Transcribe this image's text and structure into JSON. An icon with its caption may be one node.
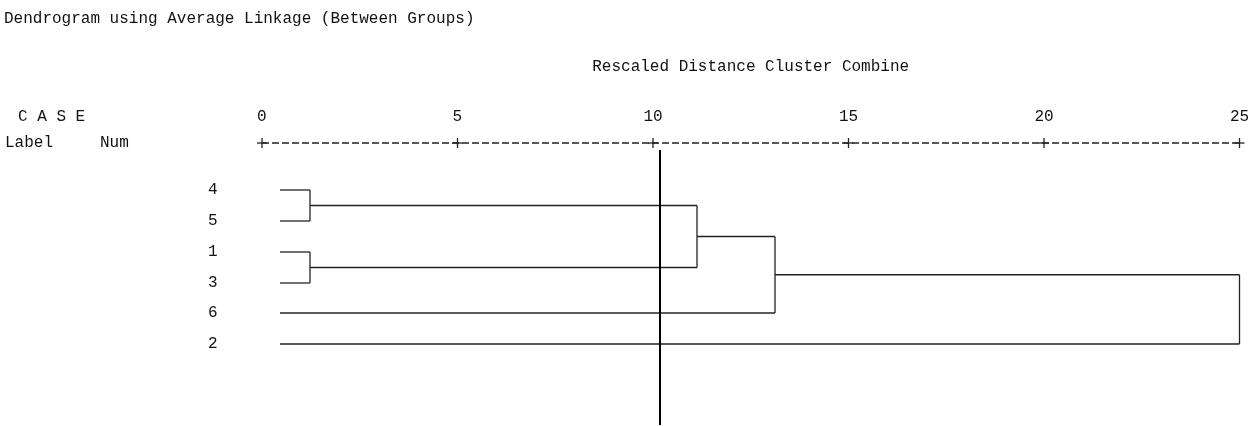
{
  "diagram": {
    "title": "Dendrogram using Average Linkage (Between Groups)",
    "labels": [
      "Rescaled Distance Cluster Combine",
      "C A S E",
      "0",
      "5",
      "10",
      "15",
      "20",
      "25",
      "Label",
      "Num",
      "4",
      "5",
      "1",
      "3",
      "6",
      "2"
    ]
  }
}
